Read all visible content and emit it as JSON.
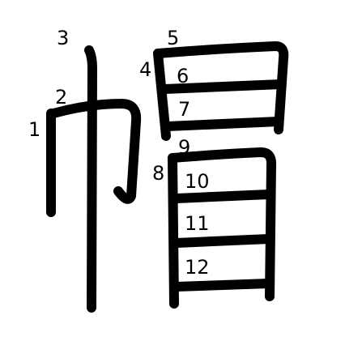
{
  "diagram": {
    "character": "帽",
    "stroke_color": "#000000",
    "background_color": "#ffffff",
    "strokes": [
      {
        "label": "1"
      },
      {
        "label": "2"
      },
      {
        "label": "3"
      },
      {
        "label": "4"
      },
      {
        "label": "5"
      },
      {
        "label": "6"
      },
      {
        "label": "7"
      },
      {
        "label": "8"
      },
      {
        "label": "9"
      },
      {
        "label": "10"
      },
      {
        "label": "11"
      },
      {
        "label": "12"
      }
    ]
  }
}
